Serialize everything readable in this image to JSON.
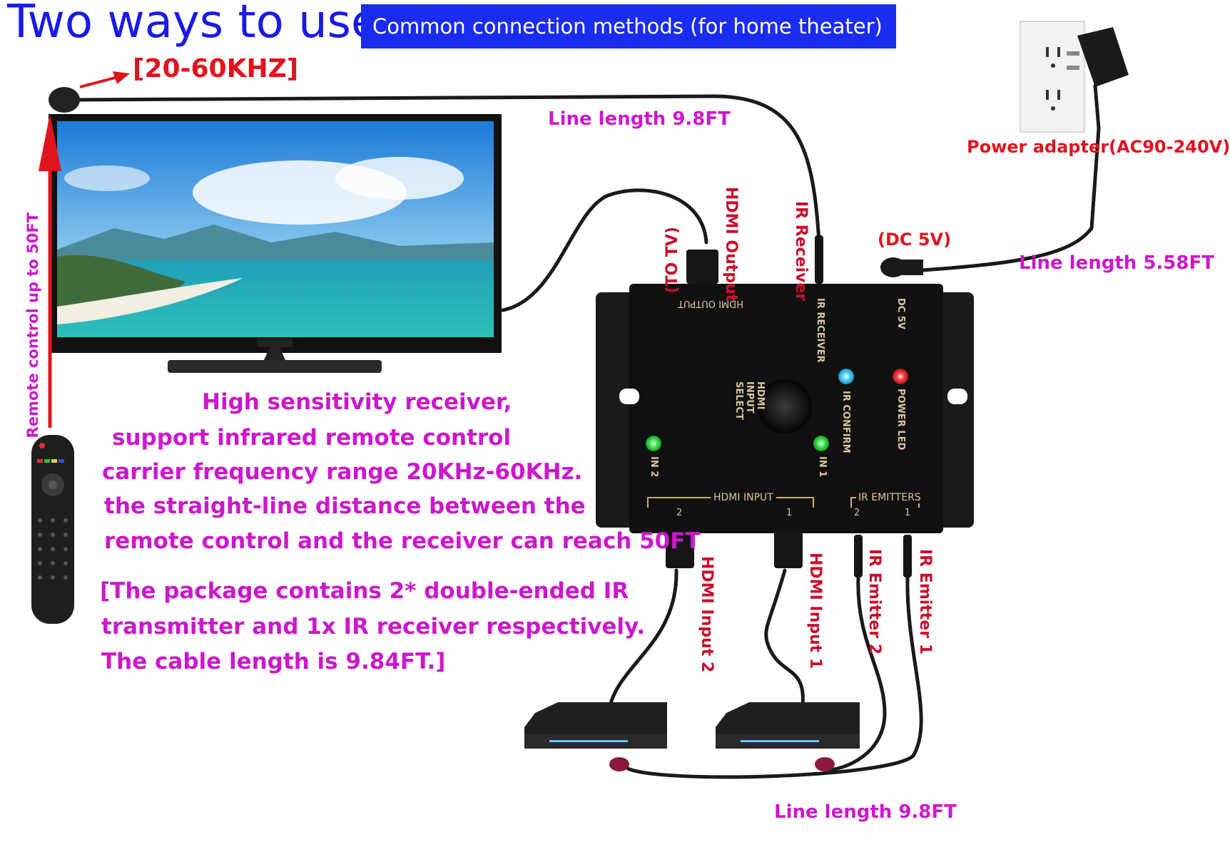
{
  "header": {
    "title": "Two ways to use :",
    "banner": "Common connection methods (for home theater)"
  },
  "ir_receiver_freq": "[20-60KHZ]",
  "remote_range_label": "Remote control up to 50FT",
  "cable_labels": {
    "ir_receiver_line": "Line length 9.8FT",
    "power_line": "Line length 5.58FT",
    "emitter_line": "Line length 9.8FT"
  },
  "power": {
    "adapter": "Power adapter(AC90-240V)",
    "dc": "(DC 5V)"
  },
  "ports": {
    "to_tv": "(TO TV)",
    "hdmi_output": "HDMI Output",
    "ir_receiver": "IR Receiver",
    "hdmi_input_2": "HDMI Input 2",
    "hdmi_input_1": "HDMI Input 1",
    "ir_emitter_2": "IR Emitter 2",
    "ir_emitter_1": "IR Emitter 1"
  },
  "device_print": {
    "hdmi_output": "HDMI OUTPUT",
    "ir_receiver": "IR RECEIVER",
    "dc_5v": "DC 5V",
    "hdmi_input_select": "HDMI INPUT SELECT",
    "ir_confirm": "IR CONFIRM",
    "power_led": "POWER LED",
    "in_2": "IN 2",
    "in_1": "IN 1",
    "hdmi_input": "HDMI INPUT",
    "ir_emitters": "IR EMITTERS",
    "port_2": "2",
    "port_1": "1",
    "emitter_2": "2",
    "emitter_1": "1"
  },
  "description": [
    "High sensitivity  receiver,",
    "support infrared remote control",
    "carrier frequency range 20KHz-60KHz.",
    "the straight-line distance between the",
    "remote control and the receiver can reach 50FT"
  ],
  "package_note": [
    "[The package contains 2* double-ended IR",
    "transmitter and 1x IR receiver respectively.",
    "The cable length is 9.84FT.]"
  ],
  "colors": {
    "title_blue": "#1a1ae6",
    "banner_blue": "#1a2cf0",
    "label_red": "#e0141e",
    "label_magenta": "#cc18cc",
    "led_blue": "#3ad0f0",
    "led_red": "#f03030",
    "led_green": "#30e040"
  }
}
